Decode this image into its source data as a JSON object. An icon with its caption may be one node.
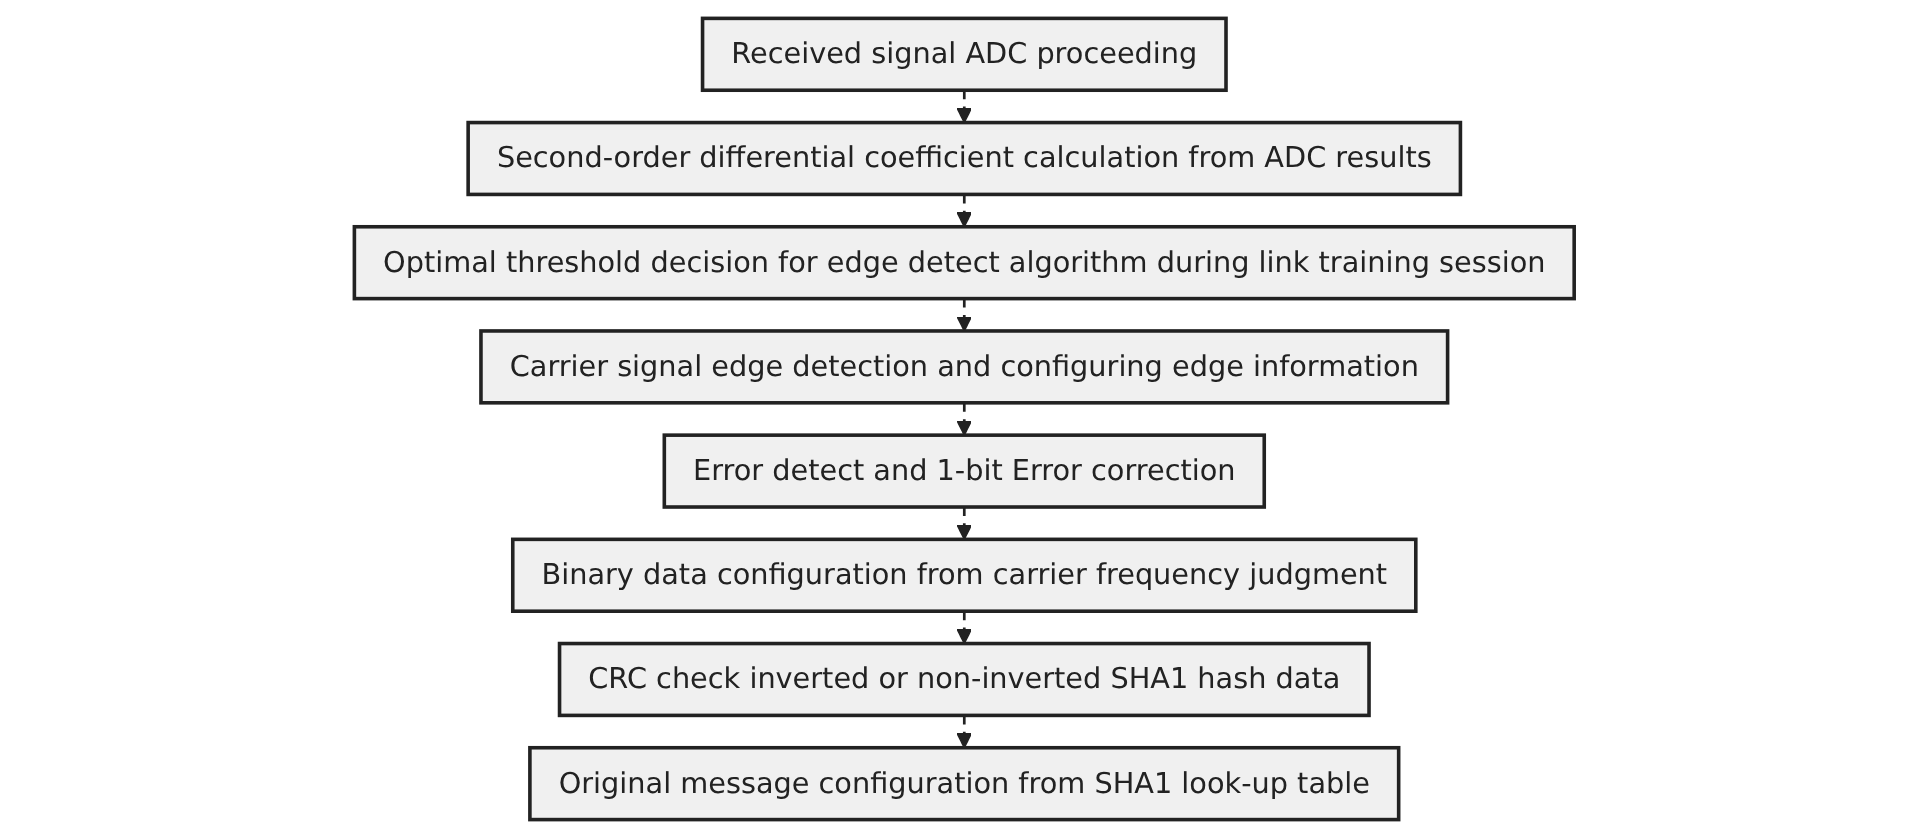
{
  "diagram": {
    "nodes": [
      {
        "text": [
          "Received signal ADC proceeding"
        ]
      },
      {
        "text": [
          "Second-order differential coefficient calculation from ADC results"
        ]
      },
      {
        "text": [
          "Optimal threshold decision for edge detect algorithm during link training session"
        ]
      },
      {
        "text": [
          "Carrier signal edge detection and configuring edge information"
        ]
      },
      {
        "text": [
          "Error detect and 1-bit Error correction"
        ]
      },
      {
        "text": [
          "Binary data configuration from carrier frequency judgment"
        ]
      },
      {
        "text": [
          "CRC check inverted or non-inverted SHA1 hash data"
        ]
      },
      {
        "text": [
          "Original message configuration from SHA1 look-up table"
        ]
      }
    ],
    "edges": [
      {
        "from": 0,
        "to": 1,
        "arrow": "to",
        "style": "dashed"
      },
      {
        "from": 1,
        "to": 2,
        "arrow": "to",
        "style": "dashed"
      },
      {
        "from": 2,
        "to": 3,
        "arrow": "to",
        "style": "dashed"
      },
      {
        "from": 3,
        "to": 4,
        "arrow": "to",
        "style": "dashed"
      },
      {
        "from": 4,
        "to": 5,
        "arrow": "to",
        "style": "dashed"
      },
      {
        "from": 5,
        "to": 6,
        "arrow": "to",
        "style": "dashed"
      },
      {
        "from": 6,
        "to": 7,
        "arrow": "to",
        "style": "dashed"
      }
    ]
  }
}
